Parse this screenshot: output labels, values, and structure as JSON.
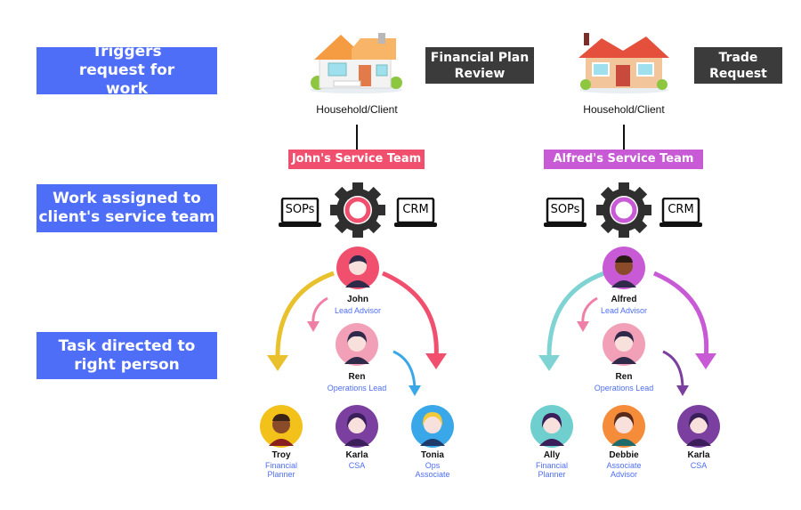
{
  "labels": {
    "triggers": "Triggers request for work",
    "assigned": "Work assigned to client's service team",
    "directed": "Task directed to right person"
  },
  "left": {
    "request_tag": "Financial Plan Review",
    "household": "Household/Client",
    "team": "John's Service Team",
    "team_color": "#f0506e",
    "sops": "SOPs",
    "crm": "CRM",
    "lead": {
      "name": "John",
      "role": "Lead Advisor"
    },
    "ops": {
      "name": "Ren",
      "role": "Operations Lead"
    },
    "members": [
      {
        "name": "Troy",
        "role": "Financial Planner",
        "color": "#f2c21b"
      },
      {
        "name": "Karla",
        "role": "CSA",
        "color": "#7b3fa0"
      },
      {
        "name": "Tonia",
        "role": "Ops Associate",
        "color": "#3aa8e8"
      }
    ]
  },
  "right": {
    "request_tag": "Trade Request",
    "household": "Household/Client",
    "team": "Alfred's Service Team",
    "team_color": "#c85ad6",
    "sops": "SOPs",
    "crm": "CRM",
    "lead": {
      "name": "Alfred",
      "role": "Lead Advisor"
    },
    "ops": {
      "name": "Ren",
      "role": "Operations Lead"
    },
    "members": [
      {
        "name": "Ally",
        "role": "Financial Planner",
        "color": "#6fcfcf"
      },
      {
        "name": "Debbie",
        "role": "Associate Advisor",
        "color": "#f58c3a"
      },
      {
        "name": "Karla",
        "role": "CSA",
        "color": "#7b3fa0"
      }
    ]
  },
  "colors": {
    "label_blue": "#4f6ef7",
    "tag_dark": "#3b3b3b",
    "ops_pink": "#f2a0b8",
    "arrow_yellow": "#e9c12d",
    "arrow_red": "#f0506e",
    "arrow_pink": "#f07fa8",
    "arrow_blue": "#3aa8e8",
    "arrow_teal": "#7fd3d3",
    "arrow_purple": "#c85ad6",
    "arrow_dark_purple": "#7b3fa0"
  }
}
